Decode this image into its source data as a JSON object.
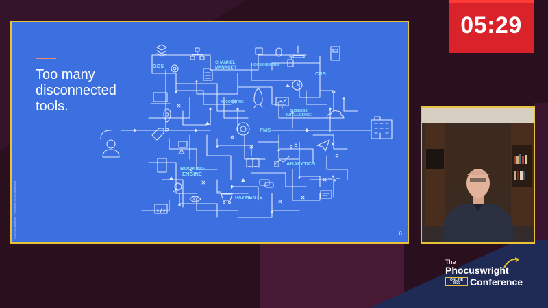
{
  "slide": {
    "title_lines": [
      "Too many",
      "disconnected",
      "tools."
    ],
    "page_number": "6",
    "footer_copyright": "©2020 Cloudbeds. Proprietary and Confidential.",
    "labels": {
      "gds": "GDS",
      "channel_manager_1": "CHANNEL",
      "channel_manager_2": "MANAGER",
      "housekeeping": "HOUSEKEEPING",
      "crs": "CRS",
      "accounting": "ACCOUNTING",
      "business_intelligence_1": "BUSINESS",
      "business_intelligence_2": "INTELLIGENCE",
      "pms": "PMS",
      "booking_engine_1": "BOOKING",
      "booking_engine_2": "ENGINE",
      "analytics": "ANALYTICS",
      "payments": "PAYMENTS"
    },
    "colors": {
      "background": "#3c6fe0",
      "line": "#dfe9ff",
      "label": "#8fe0ff",
      "frame": "#e8c23a"
    }
  },
  "timer": {
    "value": "05:29",
    "color": "#d9222a"
  },
  "webcam": {
    "content": "presenter-video"
  },
  "logo": {
    "the": "The",
    "name": "Phocuswright",
    "badge_line1": "ONLINE",
    "badge_line2": "2020",
    "conference": "Conference",
    "accent": "#e8c23a"
  }
}
